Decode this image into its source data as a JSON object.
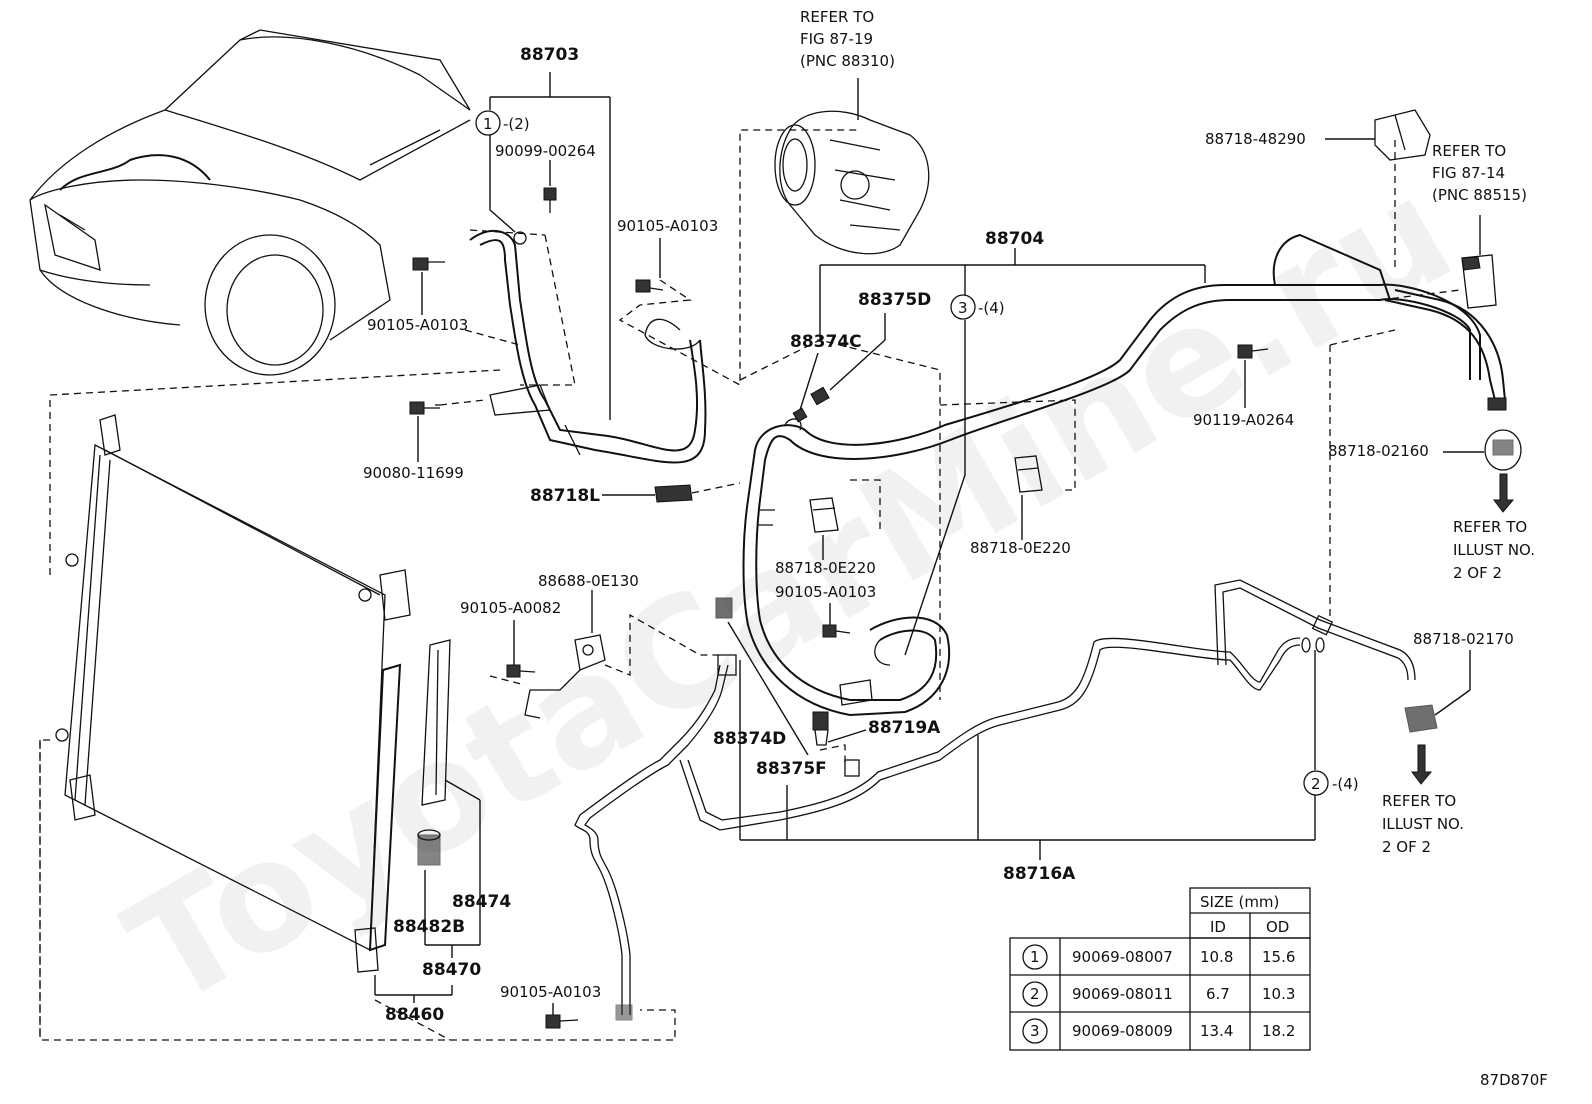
{
  "diagram": {
    "drawing_code": "87D870F",
    "watermark": "ToyotaCarMine.ru",
    "refers": {
      "compressor": [
        "REFER TO",
        "FIG 87-19",
        "(PNC 88310)"
      ],
      "fig8714": [
        "REFER TO",
        "FIG 87-14",
        "(PNC 88515)"
      ],
      "illust_upper": [
        "REFER TO",
        "ILLUST NO.",
        "2 OF 2"
      ],
      "illust_lower": [
        "REFER TO",
        "ILLUST NO.",
        "2 OF 2"
      ]
    },
    "part_labels": {
      "p88703": "88703",
      "circle1_qty": "-(2)",
      "p90099_00264": "90099-00264",
      "p90105_a0103_a": "90105-A0103",
      "p90105_a0103_b": "90105-A0103",
      "p90080_11699": "90080-11699",
      "p88718l": "88718L",
      "p88704": "88704",
      "p88375d": "88375D",
      "p88374c": "88374C",
      "circle3_qty": "-(4)",
      "p88718_48290": "88718-48290",
      "p90119_a0264": "90119-A0264",
      "p88718_02160": "88718-02160",
      "p88718_0e220_a": "88718-0E220",
      "p88718_0e220_b": "88718-0E220",
      "p90105_a0103_c": "90105-A0103",
      "p88688_0e130": "88688-0E130",
      "p90105_a0082": "90105-A0082",
      "p88374d": "88374D",
      "p88375f": "88375F",
      "p88719a": "88719A",
      "p88718_02170": "88718-02170",
      "circle2_qty": "-(4)",
      "p88716a": "88716A",
      "p88474": "88474",
      "p88482b": "88482B",
      "p88470": "88470",
      "p88460": "88460",
      "p90105_a0103_d": "90105-A0103"
    },
    "circle_nums": [
      "1",
      "2",
      "3"
    ],
    "size_table": {
      "header": "SIZE (mm)",
      "col_id": "ID",
      "col_od": "OD",
      "rows": [
        {
          "num": "1",
          "part": "90069-08007",
          "id": "10.8",
          "od": "15.6"
        },
        {
          "num": "2",
          "part": "90069-08011",
          "id": "6.7",
          "od": "10.3"
        },
        {
          "num": "3",
          "part": "90069-08009",
          "id": "13.4",
          "od": "18.2"
        }
      ]
    }
  }
}
